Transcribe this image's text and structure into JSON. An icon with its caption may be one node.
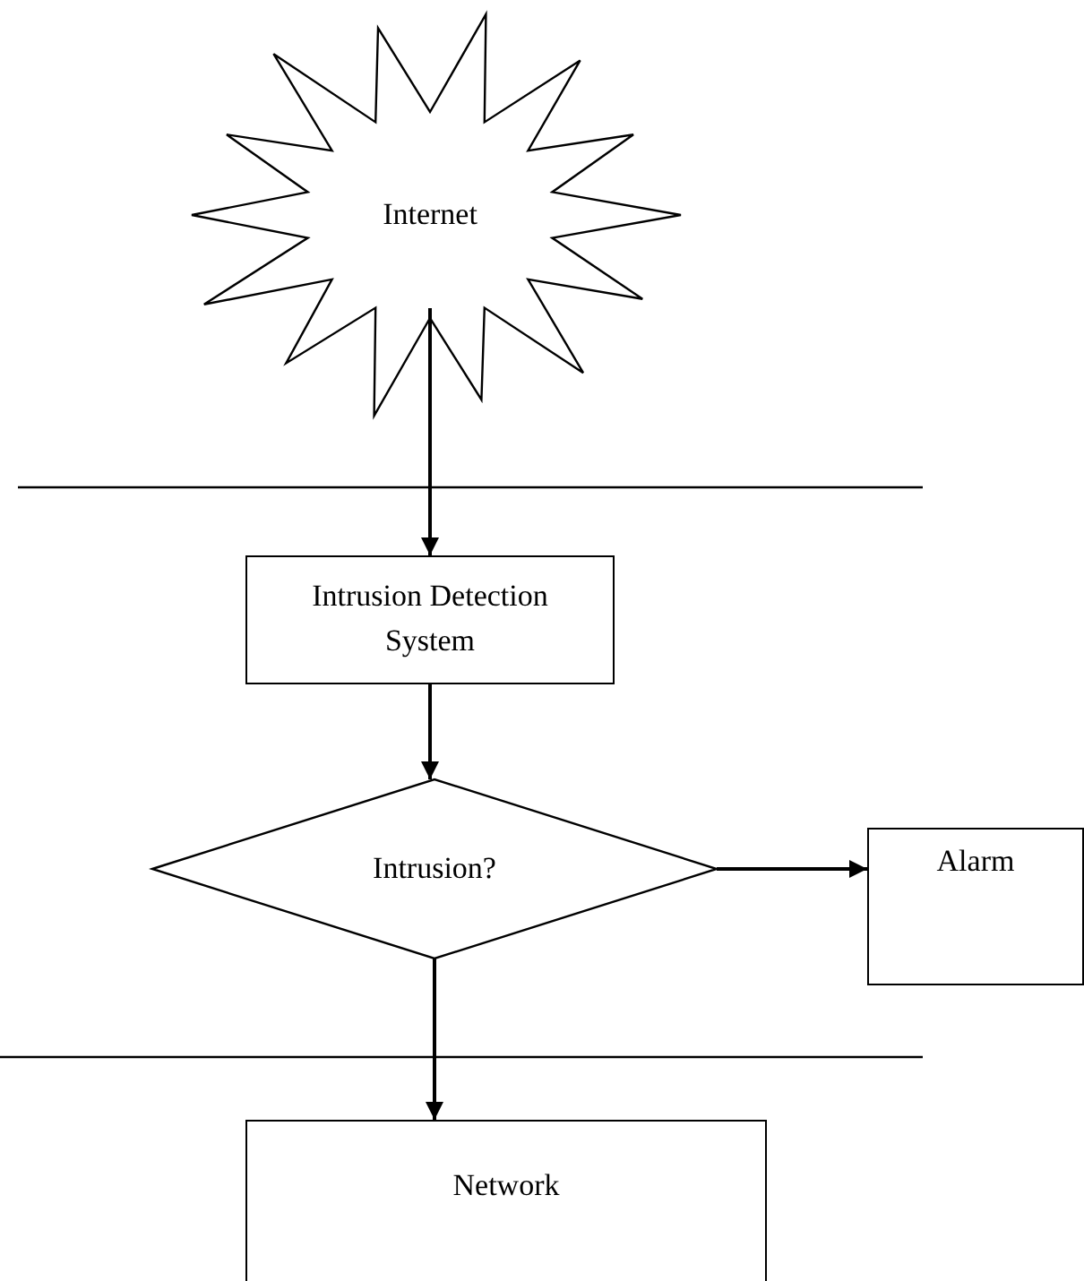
{
  "diagram": {
    "nodes": [
      {
        "text": [
          "Internet"
        ]
      },
      {
        "text": [
          "Intrusion Detection System"
        ]
      },
      {
        "text": [
          "Intrusion?"
        ]
      },
      {
        "text": [
          "Alarm"
        ]
      },
      {
        "text": [
          "Network"
        ]
      }
    ],
    "edges": [
      {
        "from": 0,
        "to": 1,
        "arrow": "to"
      },
      {
        "from": 1,
        "to": 2,
        "arrow": "to"
      },
      {
        "from": 2,
        "to": 3,
        "arrow": "to"
      },
      {
        "from": 2,
        "to": 4,
        "arrow": "to"
      }
    ]
  }
}
